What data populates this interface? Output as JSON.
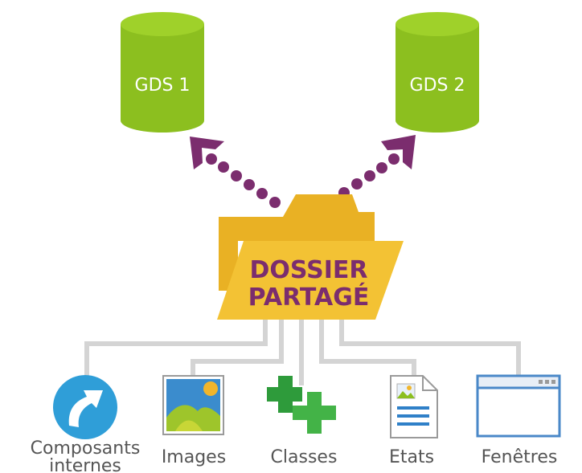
{
  "databases": [
    {
      "label": "GDS 1"
    },
    {
      "label": "GDS 2"
    }
  ],
  "folder": {
    "line1": "DOSSIER",
    "line2": "PARTAGÉ"
  },
  "items": [
    {
      "label": "Composants internes",
      "icon": "internal-component-icon"
    },
    {
      "label": "Images",
      "icon": "image-icon"
    },
    {
      "label": "Classes",
      "icon": "classes-icon"
    },
    {
      "label": "Etats",
      "icon": "report-icon"
    },
    {
      "label": "Fenêtres",
      "icon": "window-icon"
    }
  ],
  "colors": {
    "db": "#8cbf1f",
    "db_top": "#9fd12a",
    "folder": "#f1bd2e",
    "folder_back": "#e9b124",
    "folder_text": "#7b2d6e",
    "arrow": "#7b2d6e",
    "connector": "#d4d4d4",
    "label": "#555555"
  }
}
